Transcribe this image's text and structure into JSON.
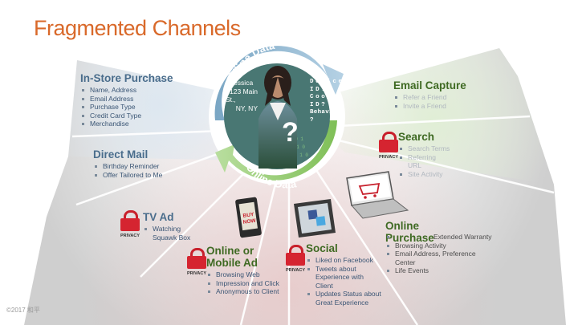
{
  "title": "Fragmented Channels",
  "center": {
    "arc_top": "Offline Data",
    "arc_bottom": "Online Data",
    "person_name": "Jessica",
    "address_lines": [
      "123 Main",
      "St.,",
      "NY, NY"
    ],
    "device_lines": [
      "Device",
      "ID?",
      "Cookie",
      "ID?",
      "Behavior",
      "?"
    ],
    "question": "?"
  },
  "sections": {
    "instore": {
      "title": "In-Store Purchase",
      "items": [
        "Name, Address",
        "Email Address",
        "Purchase Type",
        "Credit Card Type",
        "Merchandise"
      ]
    },
    "directmail": {
      "title": "Direct Mail",
      "items": [
        "Birthday Reminder",
        "Offer Tailored to Me"
      ]
    },
    "tvad": {
      "title": "TV Ad",
      "items": [
        "Watching Squawk Box"
      ]
    },
    "mobile": {
      "title": "Online or Mobile Ad",
      "items": [
        "Browsing Web",
        "Impression and Click",
        "Anonymous to Client"
      ]
    },
    "social": {
      "title": "Social",
      "items": [
        "Liked on Facebook",
        "Tweets about Experience with Client",
        "Updates Status about Great Experience"
      ]
    },
    "purchase": {
      "title": "Online Purchase",
      "items": [
        "Extended Warranty",
        "Browsing Activity",
        "Email Address, Preference Center",
        "Life Events"
      ]
    },
    "search": {
      "title": "Search",
      "items": [
        "Search Terms",
        "Referring URL",
        "Site Activity"
      ]
    },
    "email": {
      "title": "Email Capture",
      "items": [
        "Refer a Friend",
        "Invite a Friend"
      ]
    }
  },
  "privacy_label": "PRIVACY",
  "phone_text": "BUY NOW",
  "copyright": "©2017 和平",
  "colors": {
    "title": "#d9692a",
    "blue_text": "#4a6d8c",
    "green_text": "#3f6a23",
    "arc_blue": "#8fb7d2",
    "arc_green": "#9ccf78",
    "lock": "#d52430"
  }
}
